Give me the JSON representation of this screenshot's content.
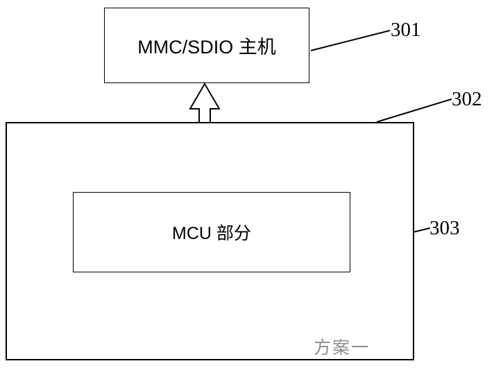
{
  "diagram": {
    "host_box": {
      "label": "MMC/SDIO 主机"
    },
    "mcu_box": {
      "label": "MCU 部分"
    },
    "outer_box": {
      "label": "方案一"
    },
    "refs": {
      "r301": "301",
      "r302": "302",
      "r303": "303"
    }
  }
}
